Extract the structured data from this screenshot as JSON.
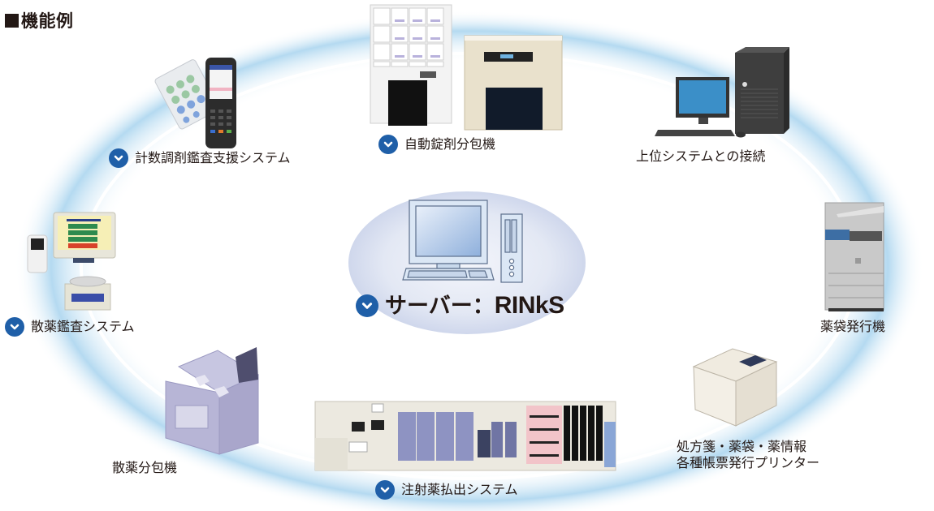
{
  "heading": {
    "marker": "■",
    "text": "機能例"
  },
  "colors": {
    "check_badge": "#1f5fa8",
    "ring_glow": "#9fd0ec",
    "ring_line": "#ffffff",
    "server_ellipse": "#d9dff0",
    "text": "#231815"
  },
  "center": {
    "label_prefix": "サーバー：",
    "label_name": "RINkS",
    "icon": "desktop-computer-icon",
    "checked": true
  },
  "nodes": [
    {
      "id": "counting-audit",
      "label": "計数調剤鑑査支援システム",
      "checked": true,
      "icon": "handheld-scanner-icon"
    },
    {
      "id": "auto-tablet",
      "label": "自動錠剤分包機",
      "checked": true,
      "icon": "tablet-packaging-machine-icon"
    },
    {
      "id": "upper-system",
      "label": "上位システムとの接続",
      "checked": false,
      "icon": "desktop-tower-pc-icon"
    },
    {
      "id": "bag-issuer",
      "label": "薬袋発行機",
      "checked": false,
      "icon": "copier-printer-icon"
    },
    {
      "id": "report-printer",
      "lines": [
        "処方箋・薬袋・薬情報",
        "各種帳票発行プリンター"
      ],
      "checked": false,
      "icon": "laser-printer-icon"
    },
    {
      "id": "injection-dispenser",
      "label": "注射薬払出システム",
      "checked": true,
      "icon": "injection-dispensing-line-icon"
    },
    {
      "id": "powder-packer",
      "label": "散薬分包機",
      "checked": false,
      "icon": "powder-packaging-machine-icon"
    },
    {
      "id": "powder-audit",
      "label": "散薬鑑査システム",
      "checked": true,
      "icon": "powder-audit-terminal-icon"
    }
  ]
}
